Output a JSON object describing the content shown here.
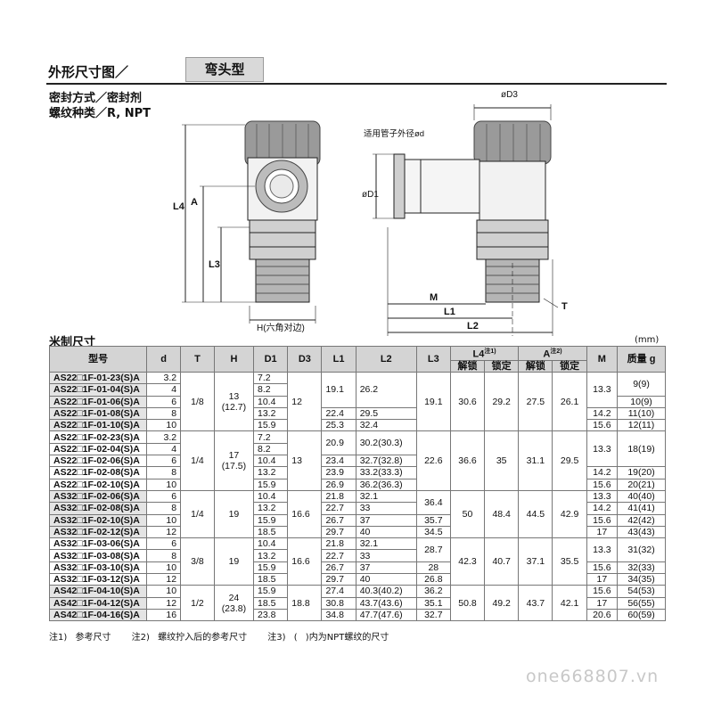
{
  "header": {
    "title": "外形尺寸图／",
    "tab": "弯头型"
  },
  "seal": {
    "line1": "密封方式／密封剂",
    "line2": "螺纹种类／R, NPT"
  },
  "drawing": {
    "labels": {
      "L4": "L4",
      "A": "A",
      "L3": "L3",
      "H": "H(六角对边)",
      "D3": "øD3",
      "D1": "øD1",
      "tube": "适用管子外径ød",
      "M": "M",
      "L1": "L1",
      "L2": "L2",
      "T": "T"
    }
  },
  "section_label": "米制尺寸",
  "unit": "(mm)",
  "table": {
    "headers": {
      "model": "型号",
      "d": "d",
      "T": "T",
      "H": "H",
      "D1": "D1",
      "D3": "D3",
      "L1": "L1",
      "L2": "L2",
      "L3": "L3",
      "L4": "L4",
      "L4_note": "注1)",
      "A": "A",
      "A_note": "注2)",
      "M": "M",
      "mass": "质量 g",
      "unlock": "解锁",
      "lock": "锁定"
    },
    "rows": [
      [
        "AS22□1F-01-23(S)A",
        "3.2",
        "1/8",
        "13\n(12.7)",
        "7.2",
        "12",
        "19.1",
        "26.2",
        "19.1",
        "30.6",
        "29.2",
        "27.5",
        "26.1",
        "13.3",
        "9(9)"
      ],
      [
        "AS22□1F-01-04(S)A",
        "4",
        "",
        "",
        "8.2",
        "",
        "",
        "",
        "",
        "",
        "",
        "",
        "",
        "",
        ""
      ],
      [
        "AS22□1F-01-06(S)A",
        "6",
        "",
        "",
        "10.4",
        "",
        "",
        "",
        "",
        "",
        "",
        "",
        "",
        "",
        "10(9)"
      ],
      [
        "AS22□1F-01-08(S)A",
        "8",
        "",
        "",
        "13.2",
        "",
        "22.4",
        "29.5",
        "",
        "",
        "",
        "",
        "",
        "14.2",
        "11(10)"
      ],
      [
        "AS22□1F-01-10(S)A",
        "10",
        "",
        "",
        "15.9",
        "",
        "25.3",
        "32.4",
        "",
        "",
        "",
        "",
        "",
        "15.6",
        "12(11)"
      ],
      [
        "AS22□1F-02-23(S)A",
        "3.2",
        "1/4",
        "17\n(17.5)",
        "7.2",
        "13",
        "20.9",
        "30.2(30.3)",
        "22.6",
        "36.6",
        "35",
        "31.1",
        "29.5",
        "13.3",
        "18(19)"
      ],
      [
        "AS22□1F-02-04(S)A",
        "4",
        "",
        "",
        "8.2",
        "",
        "",
        "",
        "",
        "",
        "",
        "",
        "",
        "",
        ""
      ],
      [
        "AS22□1F-02-06(S)A",
        "6",
        "",
        "",
        "10.4",
        "",
        "23.4",
        "32.7(32.8)",
        "",
        "",
        "",
        "",
        "",
        "",
        ""
      ],
      [
        "AS22□1F-02-08(S)A",
        "8",
        "",
        "",
        "13.2",
        "",
        "23.9",
        "33.2(33.3)",
        "",
        "",
        "",
        "",
        "",
        "14.2",
        "19(20)"
      ],
      [
        "AS22□1F-02-10(S)A",
        "10",
        "",
        "",
        "15.9",
        "",
        "26.9",
        "36.2(36.3)",
        "",
        "",
        "",
        "",
        "",
        "15.6",
        "20(21)"
      ],
      [
        "AS32□1F-02-06(S)A",
        "6",
        "1/4",
        "19",
        "10.4",
        "16.6",
        "21.8",
        "32.1",
        "36.4",
        "50",
        "48.4",
        "44.5",
        "42.9",
        "13.3",
        "40(40)"
      ],
      [
        "AS32□1F-02-08(S)A",
        "8",
        "",
        "",
        "13.2",
        "",
        "22.7",
        "33",
        "",
        "",
        "",
        "",
        "",
        "14.2",
        "41(41)"
      ],
      [
        "AS32□1F-02-10(S)A",
        "10",
        "",
        "",
        "15.9",
        "",
        "26.7",
        "37",
        "35.7",
        "",
        "",
        "",
        "",
        "15.6",
        "42(42)"
      ],
      [
        "AS32□1F-02-12(S)A",
        "12",
        "",
        "",
        "18.5",
        "",
        "29.7",
        "40",
        "34.5",
        "",
        "",
        "",
        "",
        "17",
        "43(43)"
      ],
      [
        "AS32□1F-03-06(S)A",
        "6",
        "3/8",
        "19",
        "10.4",
        "16.6",
        "21.8",
        "32.1",
        "28.7",
        "42.3",
        "40.7",
        "37.1",
        "35.5",
        "13.3",
        "31(32)"
      ],
      [
        "AS32□1F-03-08(S)A",
        "8",
        "",
        "",
        "13.2",
        "",
        "22.7",
        "33",
        "",
        "",
        "",
        "",
        "",
        "14.2",
        ""
      ],
      [
        "AS32□1F-03-10(S)A",
        "10",
        "",
        "",
        "15.9",
        "",
        "26.7",
        "37",
        "28",
        "",
        "",
        "",
        "",
        "15.6",
        "32(33)"
      ],
      [
        "AS32□1F-03-12(S)A",
        "12",
        "",
        "",
        "18.5",
        "",
        "29.7",
        "40",
        "26.8",
        "",
        "",
        "",
        "",
        "17",
        "34(35)"
      ],
      [
        "AS42□1F-04-10(S)A",
        "10",
        "1/2",
        "24\n(23.8)",
        "15.9",
        "18.8",
        "27.4",
        "40.3(40.2)",
        "36.2",
        "50.8",
        "49.2",
        "43.7",
        "42.1",
        "15.6",
        "54(53)"
      ],
      [
        "AS42□1F-04-12(S)A",
        "12",
        "",
        "",
        "18.5",
        "",
        "30.8",
        "43.7(43.6)",
        "35.1",
        "",
        "",
        "",
        "",
        "17",
        "56(55)"
      ],
      [
        "AS42□1F-04-16(S)A",
        "16",
        "",
        "",
        "23.8",
        "",
        "34.8",
        "47.7(47.6)",
        "32.7",
        "",
        "",
        "",
        "",
        "20.6",
        "60(59)"
      ]
    ]
  },
  "notes": [
    "注1) 参考尺寸",
    "注2) 螺纹拧入后的参考尺寸",
    "注3) ( )内为NPT螺纹的尺寸"
  ],
  "watermark": "one668807.vn"
}
